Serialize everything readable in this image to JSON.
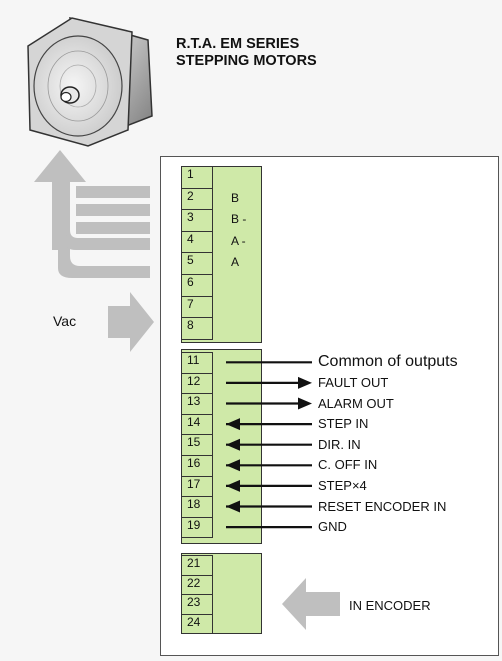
{
  "title": {
    "line1": "R.T.A. EM SERIES",
    "line2": "STEPPING MOTORS"
  },
  "motor_block": {
    "terminals": [
      "1",
      "2",
      "3",
      "4",
      "5",
      "6",
      "7",
      "8"
    ],
    "phase_labels": [
      "B",
      "B -",
      "A -",
      "A"
    ]
  },
  "io_block": {
    "terminals": [
      "11",
      "12",
      "13",
      "14",
      "15",
      "16",
      "17",
      "18",
      "19"
    ],
    "signals": [
      "Common of outputs",
      "FAULT OUT",
      "ALARM OUT",
      "STEP IN",
      "DIR. IN",
      "C. OFF IN",
      "STEP×4",
      "RESET ENCODER IN",
      "GND"
    ],
    "directions": [
      "none",
      "out",
      "out",
      "in",
      "in",
      "in",
      "in",
      "in",
      "none"
    ]
  },
  "encoder_block": {
    "terminals": [
      "21",
      "22",
      "23",
      "24"
    ],
    "label": "IN ENCODER"
  },
  "power": {
    "label": "Vac"
  },
  "colors": {
    "terminal_fill": "#cfe9a8",
    "arrow_gray": "#bfbfbf",
    "line": "#111111"
  },
  "icons": [
    "stepper-motor-icon",
    "power-arrow-icon",
    "motor-cable-arrow-icon",
    "encoder-arrow-icon"
  ]
}
